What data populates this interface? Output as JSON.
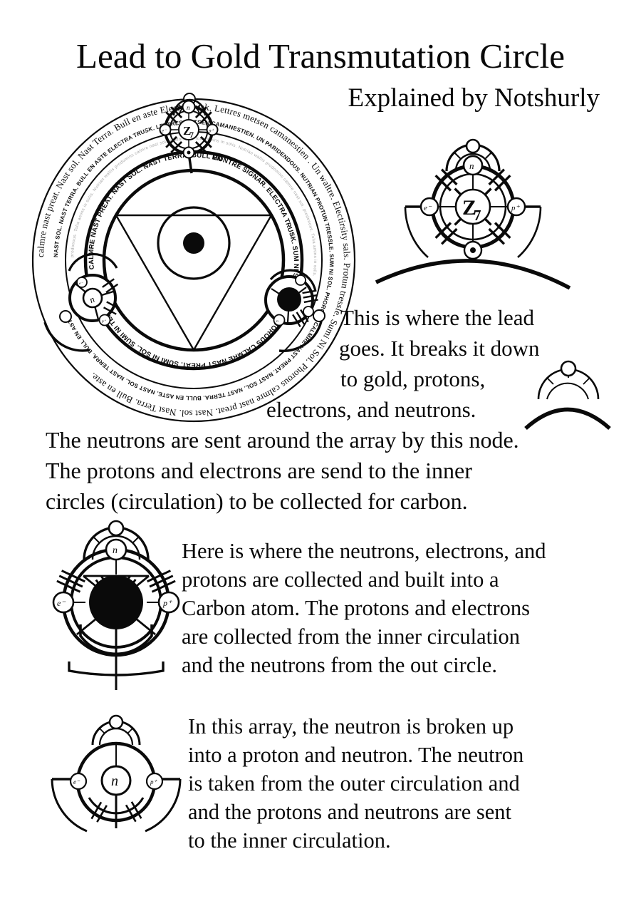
{
  "title": "Lead to Gold Transmutation Circle",
  "subtitle": "Explained by Notshurly",
  "colors": {
    "ink": "#0a0a0a",
    "paper": "#ffffff",
    "faint_script": "#a6a6a6"
  },
  "circle": {
    "outer_ring_text": "calmre nast preat. Nast sol. Nast Terra. Bull en aste Electra trusk. Lettres metsen camanestien . Un waltre. Electirsity sals. Protun tressle. Sumi Ni Sol. Phorous calmre nast preat. Nast sol. Nast Terra. Bull en aste.",
    "caps_ring_text": "NAST SOL. NAST TERRA. BULL EN ASTE ELECTRA TRUSK. LETTRES METSEN CAMANESTIEN. UN PARIDENDOUS. NUTRIAN PROTUN TRESSLE. SUM NI SOL. PHOROUS CALMRE NAST PREAT. NAST SOL. NAST TERRA. BULL EN ASTE. NAST SOL. NAST TERRA. BULL EN ASTE.",
    "faint_ring_text": "prodonous. Tolia amins in solis. Nutrian waltis prodomins calmre nast sol. prodonous. Tolia amins in solis. Nutrian waltis prodomins calmre nast sol. prodonous. Tolia amins in solis.",
    "band_segment_left": "CALMRE NAST PREAT. NAST SOL. NAST TERRA. BULL EN",
    "band_segment_right": "MONTRE SIGNAR. ELECTRA TRUSK. SUM NI SOL. SUM NI",
    "band_segment_bottom": "PHOROUS CALMRE NAST PREAT. SUMI NI SOL. SUMI NI TERRA."
  },
  "node_labels": {
    "neutron": "n",
    "electron": "e⁻",
    "proton": "p⁺",
    "z_glyph": "Z",
    "seven_glyph": "7"
  },
  "captions": {
    "lead": {
      "lines": [
        "This is where the lead",
        "goes. It breaks it down",
        "to gold, protons,",
        "electrons, and neutrons."
      ]
    },
    "neutron_node": {
      "lines": [
        "The neutrons are sent around the array by this node.",
        "The protons and electrons are send to the inner",
        "circles (circulation) to be collected for carbon."
      ]
    },
    "carbon_node": {
      "lines": [
        "Here is where the neutrons, electrons, and",
        "protons are collected and built into a",
        "Carbon atom. The protons and electrons",
        "are collected from the inner circulation",
        "and the neutrons from the out circle."
      ]
    },
    "splitter_node": {
      "lines": [
        "In this array, the neutron is broken up",
        "into a proton and neutron. The neutron",
        "is taken from the outer circulation and",
        "and the protons and neutrons are sent",
        "to the inner circulation."
      ]
    }
  }
}
